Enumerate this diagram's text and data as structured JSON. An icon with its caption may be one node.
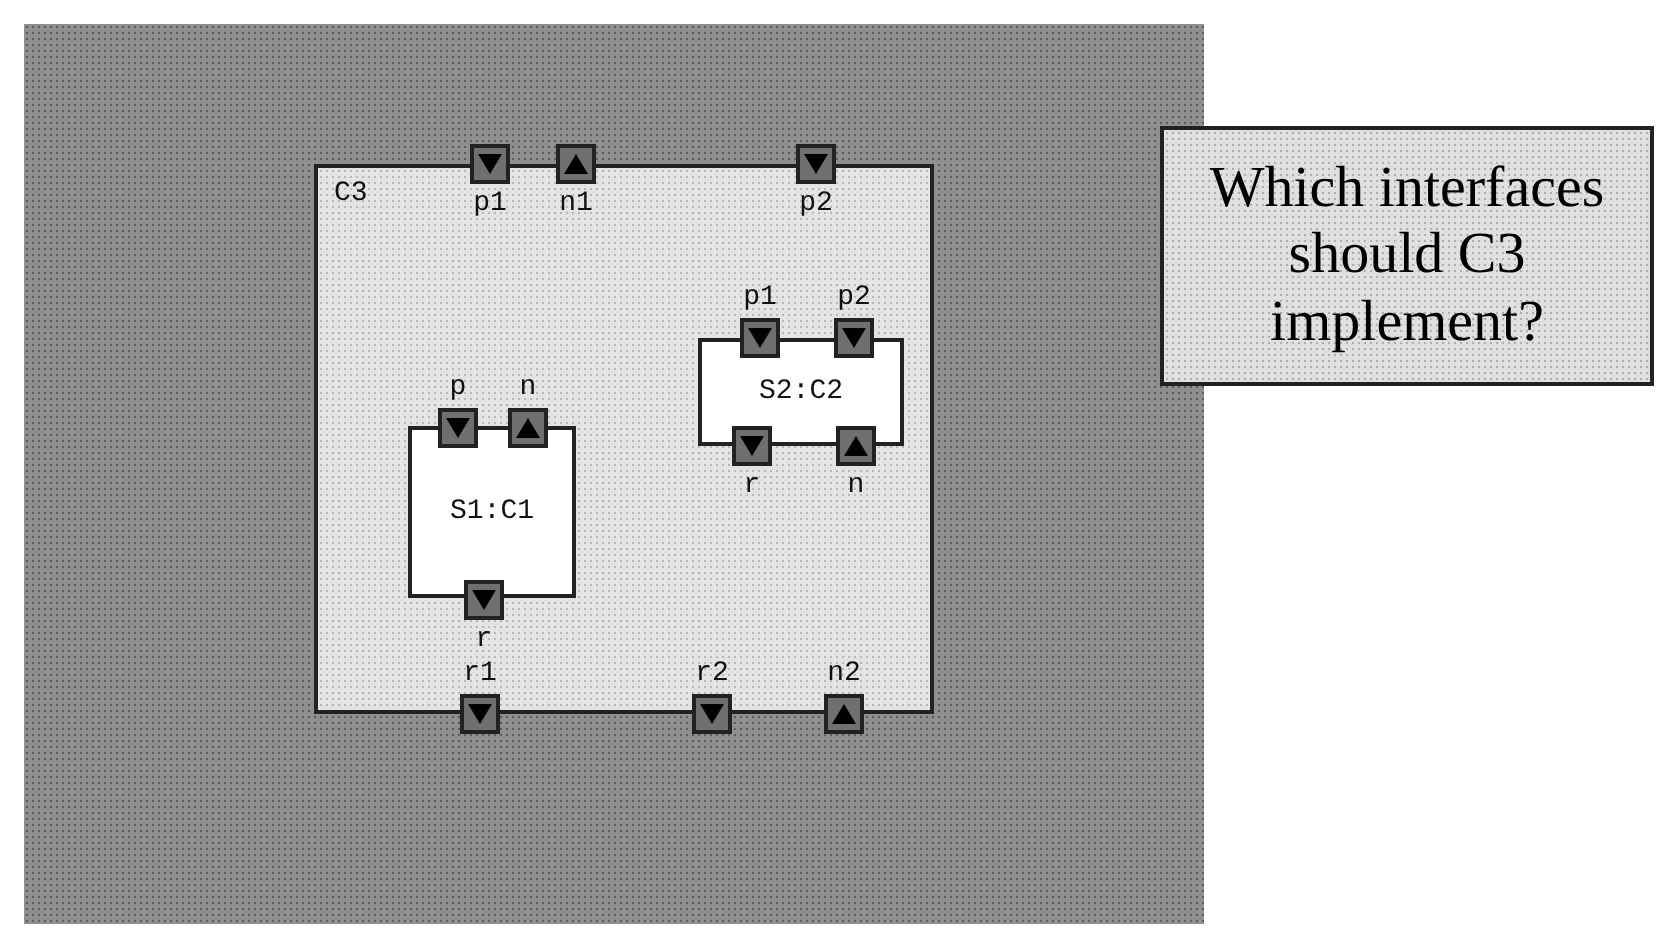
{
  "diagram": {
    "nodes": [
      {
        "text": [],
        "shape": "box"
      },
      {
        "text": [
          "C3"
        ],
        "in": 0
      },
      {
        "text": [],
        "shape": "box",
        "beside": [
          "p1"
        ],
        "in": 0
      },
      {
        "text": [],
        "shape": "box",
        "beside": [
          "n1"
        ],
        "in": 0
      },
      {
        "text": [],
        "shape": "box",
        "beside": [
          "p2"
        ],
        "in": 0
      },
      {
        "text": [
          "Which interfaces should C3 implement?"
        ]
      },
      {
        "text": [
          "S2:C2"
        ],
        "in": 1
      },
      {
        "text": [],
        "shape": "box",
        "beside": [
          "p1"
        ],
        "in": 1
      },
      {
        "text": [],
        "shape": "box",
        "beside": [
          "p2"
        ],
        "in": 1
      },
      {
        "text": [],
        "shape": "box",
        "beside": [
          "r"
        ],
        "in": 1
      },
      {
        "text": [],
        "shape": "box",
        "beside": [
          "n"
        ],
        "in": 1
      },
      {
        "text": [
          "S1:C1"
        ],
        "in": 1
      },
      {
        "text": [],
        "shape": "box",
        "beside": [
          "p"
        ],
        "in": 1
      },
      {
        "text": [],
        "shape": "box",
        "beside": [
          "n"
        ],
        "in": 1
      },
      {
        "text": [],
        "shape": "box",
        "beside": [
          "r"
        ],
        "in": 1
      },
      {
        "text": [],
        "shape": "box",
        "beside": [
          "r1"
        ],
        "in": 0
      },
      {
        "text": [],
        "shape": "box",
        "beside": [
          "r2"
        ],
        "in": 0
      },
      {
        "text": [],
        "shape": "box",
        "beside": [
          "n2"
        ],
        "in": 0
      }
    ]
  }
}
